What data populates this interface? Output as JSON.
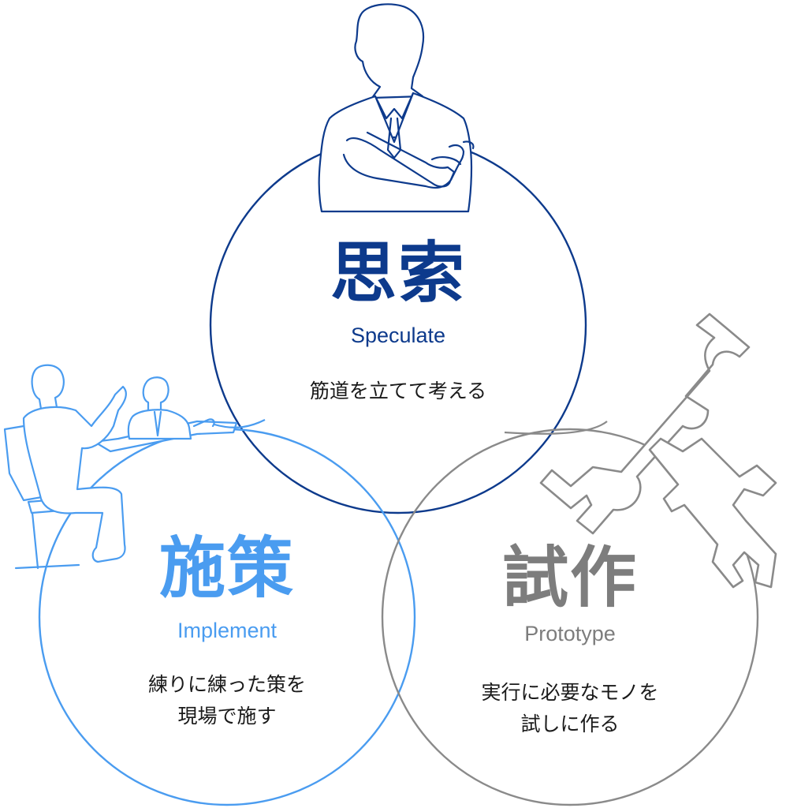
{
  "colors": {
    "speculate": "#0d3a8c",
    "implement": "#4a9cf0",
    "prototype": "#7d7d7d",
    "text": "#1a1a1a"
  },
  "speculate": {
    "title": "思索",
    "subtitle": "Speculate",
    "desc": [
      "筋道を立てて考える"
    ],
    "illustration": "crossed-arms-businessman-icon"
  },
  "implement": {
    "title": "施策",
    "subtitle": "Implement",
    "desc": [
      "練りに練った策を",
      "現場で施す"
    ],
    "illustration": "meeting-people-icon"
  },
  "prototype": {
    "title": "試作",
    "subtitle": "Prototype",
    "desc": [
      "実行に必要なモノを",
      "試しに作る"
    ],
    "illustration": "wrenches-icon"
  }
}
